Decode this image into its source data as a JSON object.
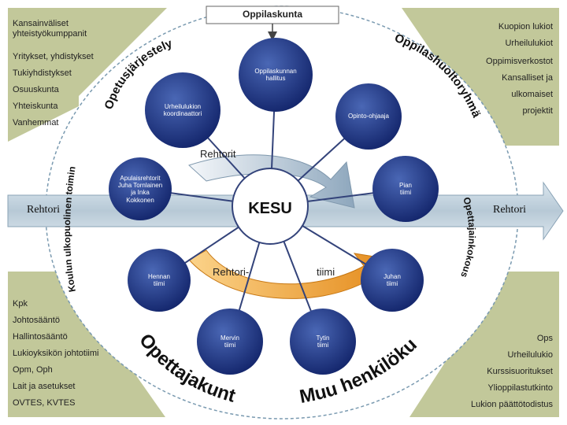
{
  "center": "KESU",
  "rehtorit": "Rehtorit",
  "rehtori_tiimi": [
    "Rehtori-",
    "tiimi"
  ],
  "top_box": "Oppilaskunta",
  "side": {
    "left": "Rehtori",
    "right": "Rehtori"
  },
  "circles": {
    "oppilaskunnan_hallitus": [
      "Oppilaskunnan",
      "hallitus"
    ],
    "urheilulukion_koordinaattori": [
      "Urheilulukion",
      "koordinaattori"
    ],
    "opinto_ohjaaja": "Opinto-ohjaaja",
    "apulaisrehtorit": [
      "Apulaisrehtorit",
      "Juha Tornlainen",
      "ja Inka",
      "Kokkonen"
    ],
    "pian_tiimi": [
      "Pian",
      "tiimi"
    ],
    "hennan_tiimi": [
      "Hennan",
      "tiimi"
    ],
    "juhan_tiimi": [
      "Juhan",
      "tiimi"
    ],
    "mervin_tiimi": [
      "Mervin",
      "tiimi"
    ],
    "tytin_tiimi": [
      "Tytin",
      "tiimi"
    ]
  },
  "arc_labels": {
    "opetusjarjestelyt": "Opetusjärjestelyt",
    "oppilashuoltoryhma": "Oppilashuoltoryhmä",
    "koulun_ulkopuolinen_toiminta": "Koulun ulkopuolinen toiminta",
    "opettajainkokous": "Opettajainkokous",
    "opettajakunta": "Opettajakunta",
    "muu_henkilokunta": "Muu henkilökunta"
  },
  "corners": {
    "top_left": [
      "Kansainväliset",
      "yhteistyökumppanit"
    ],
    "left_list": [
      "Yritykset, yhdistykset",
      "Tukiyhdistykset",
      "Osuuskunta",
      "Yhteiskunta",
      "Vanhemmat"
    ],
    "top_right": [
      "Kuopion lukiot",
      "Urheilulukiot"
    ],
    "right_list": [
      "Oppimisverkostot",
      "Kansalliset ja",
      "ulkomaiset",
      "projektit"
    ],
    "bottom_left": [
      "Kpk",
      "Johtosääntö",
      "Hallintosääntö",
      "Lukioyksikön johtotiimi",
      "Opm, Oph",
      "Lait ja asetukset",
      "OVTES, KVTES"
    ],
    "bottom_right": [
      "Ops",
      "Urheilulukio",
      "Kurssisuoritukset",
      "Ylioppilastutkinto",
      "Lukion päättötodistus"
    ]
  },
  "colors": {
    "corner_fill": "#c2c89a",
    "circle_fill": "#1a2f7e",
    "arrow_fill": "#c8d6e2",
    "curved_arrow_orange": "#f5a623",
    "curved_arrow_blue": "#9fb4c8"
  }
}
